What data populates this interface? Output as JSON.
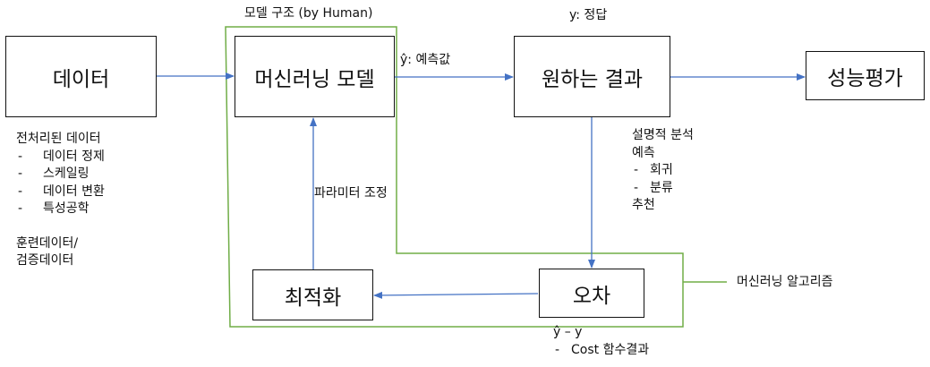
{
  "nodes": {
    "data": "데이터",
    "model": "머신러닝 모델",
    "result": "원하는 결과",
    "evaluation": "성능평가",
    "optimization": "최적화",
    "error": "오차"
  },
  "labels": {
    "model_structure": "모델 구조 (by Human)",
    "ground_truth": "y: 정답",
    "prediction": "ŷ: 예측값",
    "parameter_tuning": "파라미터 조정",
    "ml_algorithm": "머신러닝 알고리즘",
    "error_formula": "ŷ – y"
  },
  "preprocessing": {
    "title": "전처리된 데이터",
    "items": [
      "데이터 정제",
      "스케일링",
      "데이터 변환",
      "특성공학"
    ],
    "split_line1": "훈련데이터/",
    "split_line2": "검증데이터"
  },
  "tasks": {
    "line1": "설명적 분석",
    "line2": "예측",
    "items": [
      "회귀",
      "분류"
    ],
    "line3": "추천"
  },
  "error_items": [
    "Cost 함수결과"
  ],
  "colors": {
    "arrow": "#4472c4",
    "algorithm_outline": "#70ad47",
    "box_border": "#111111"
  }
}
